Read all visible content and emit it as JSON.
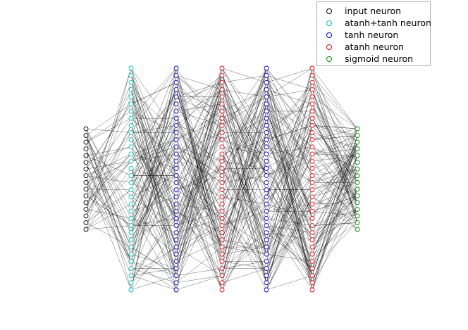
{
  "legend": {
    "items": [
      {
        "label": "input neuron",
        "color": "#000000"
      },
      {
        "label": "atanh+tanh neuron",
        "color": "#00bfbf"
      },
      {
        "label": "tanh neuron",
        "color": "#0000bf"
      },
      {
        "label": "atanh neuron",
        "color": "#e8000b"
      },
      {
        "label": "sigmoid neuron",
        "color": "#008000"
      }
    ]
  },
  "network": {
    "layers": [
      {
        "type": "input",
        "neurons": 16,
        "color": "#000000"
      },
      {
        "type": "atanh+tanh",
        "neurons": 32,
        "color": "#00bfbf"
      },
      {
        "type": "tanh",
        "neurons": 32,
        "color": "#0000bf"
      },
      {
        "type": "atanh",
        "neurons": 32,
        "color": "#e8000b"
      },
      {
        "type": "tanh",
        "neurons": 32,
        "color": "#0000bf"
      },
      {
        "type": "atanh",
        "neurons": 32,
        "color": "#e8000b"
      },
      {
        "type": "sigmoid",
        "neurons": 16,
        "color": "#008000"
      }
    ]
  }
}
